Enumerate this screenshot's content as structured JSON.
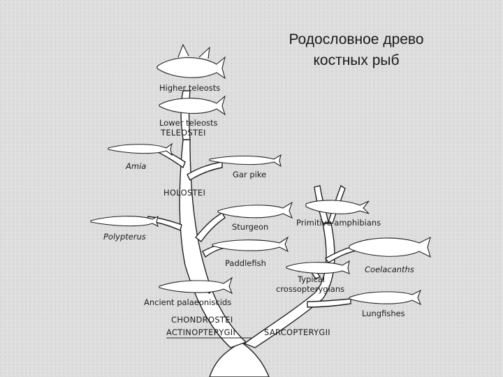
{
  "title": {
    "line1": "Родословное древо",
    "line2": "костных рыб"
  },
  "labels": {
    "higher_teleosts": "Higher teleosts",
    "lower_teleosts": "Lower teleosts",
    "teleostei": "TELEOSTEI",
    "amia": "Amia",
    "gar_pike": "Gar pike",
    "holostei": "HOLOSTEI",
    "polypterus": "Polypterus",
    "sturgeon": "Sturgeon",
    "paddlefish": "Paddlefish",
    "ancient_palaeoniscids": "Ancient palaeoniscids",
    "chondrostei": "CHONDROSTEI",
    "actinopterygii": "ACTINOPTERYGII",
    "sarcopterygii": "SARCOPTERYGII",
    "primitive_amphibians": "Primitive amphibians",
    "coelacanths": "Coelacanths",
    "typical": "Typical",
    "crossopterygians": "crossopterygians",
    "lungfishes": "Lungfishes"
  },
  "colors": {
    "background": "#dcdcdc",
    "ink": "#1b1b1b"
  }
}
